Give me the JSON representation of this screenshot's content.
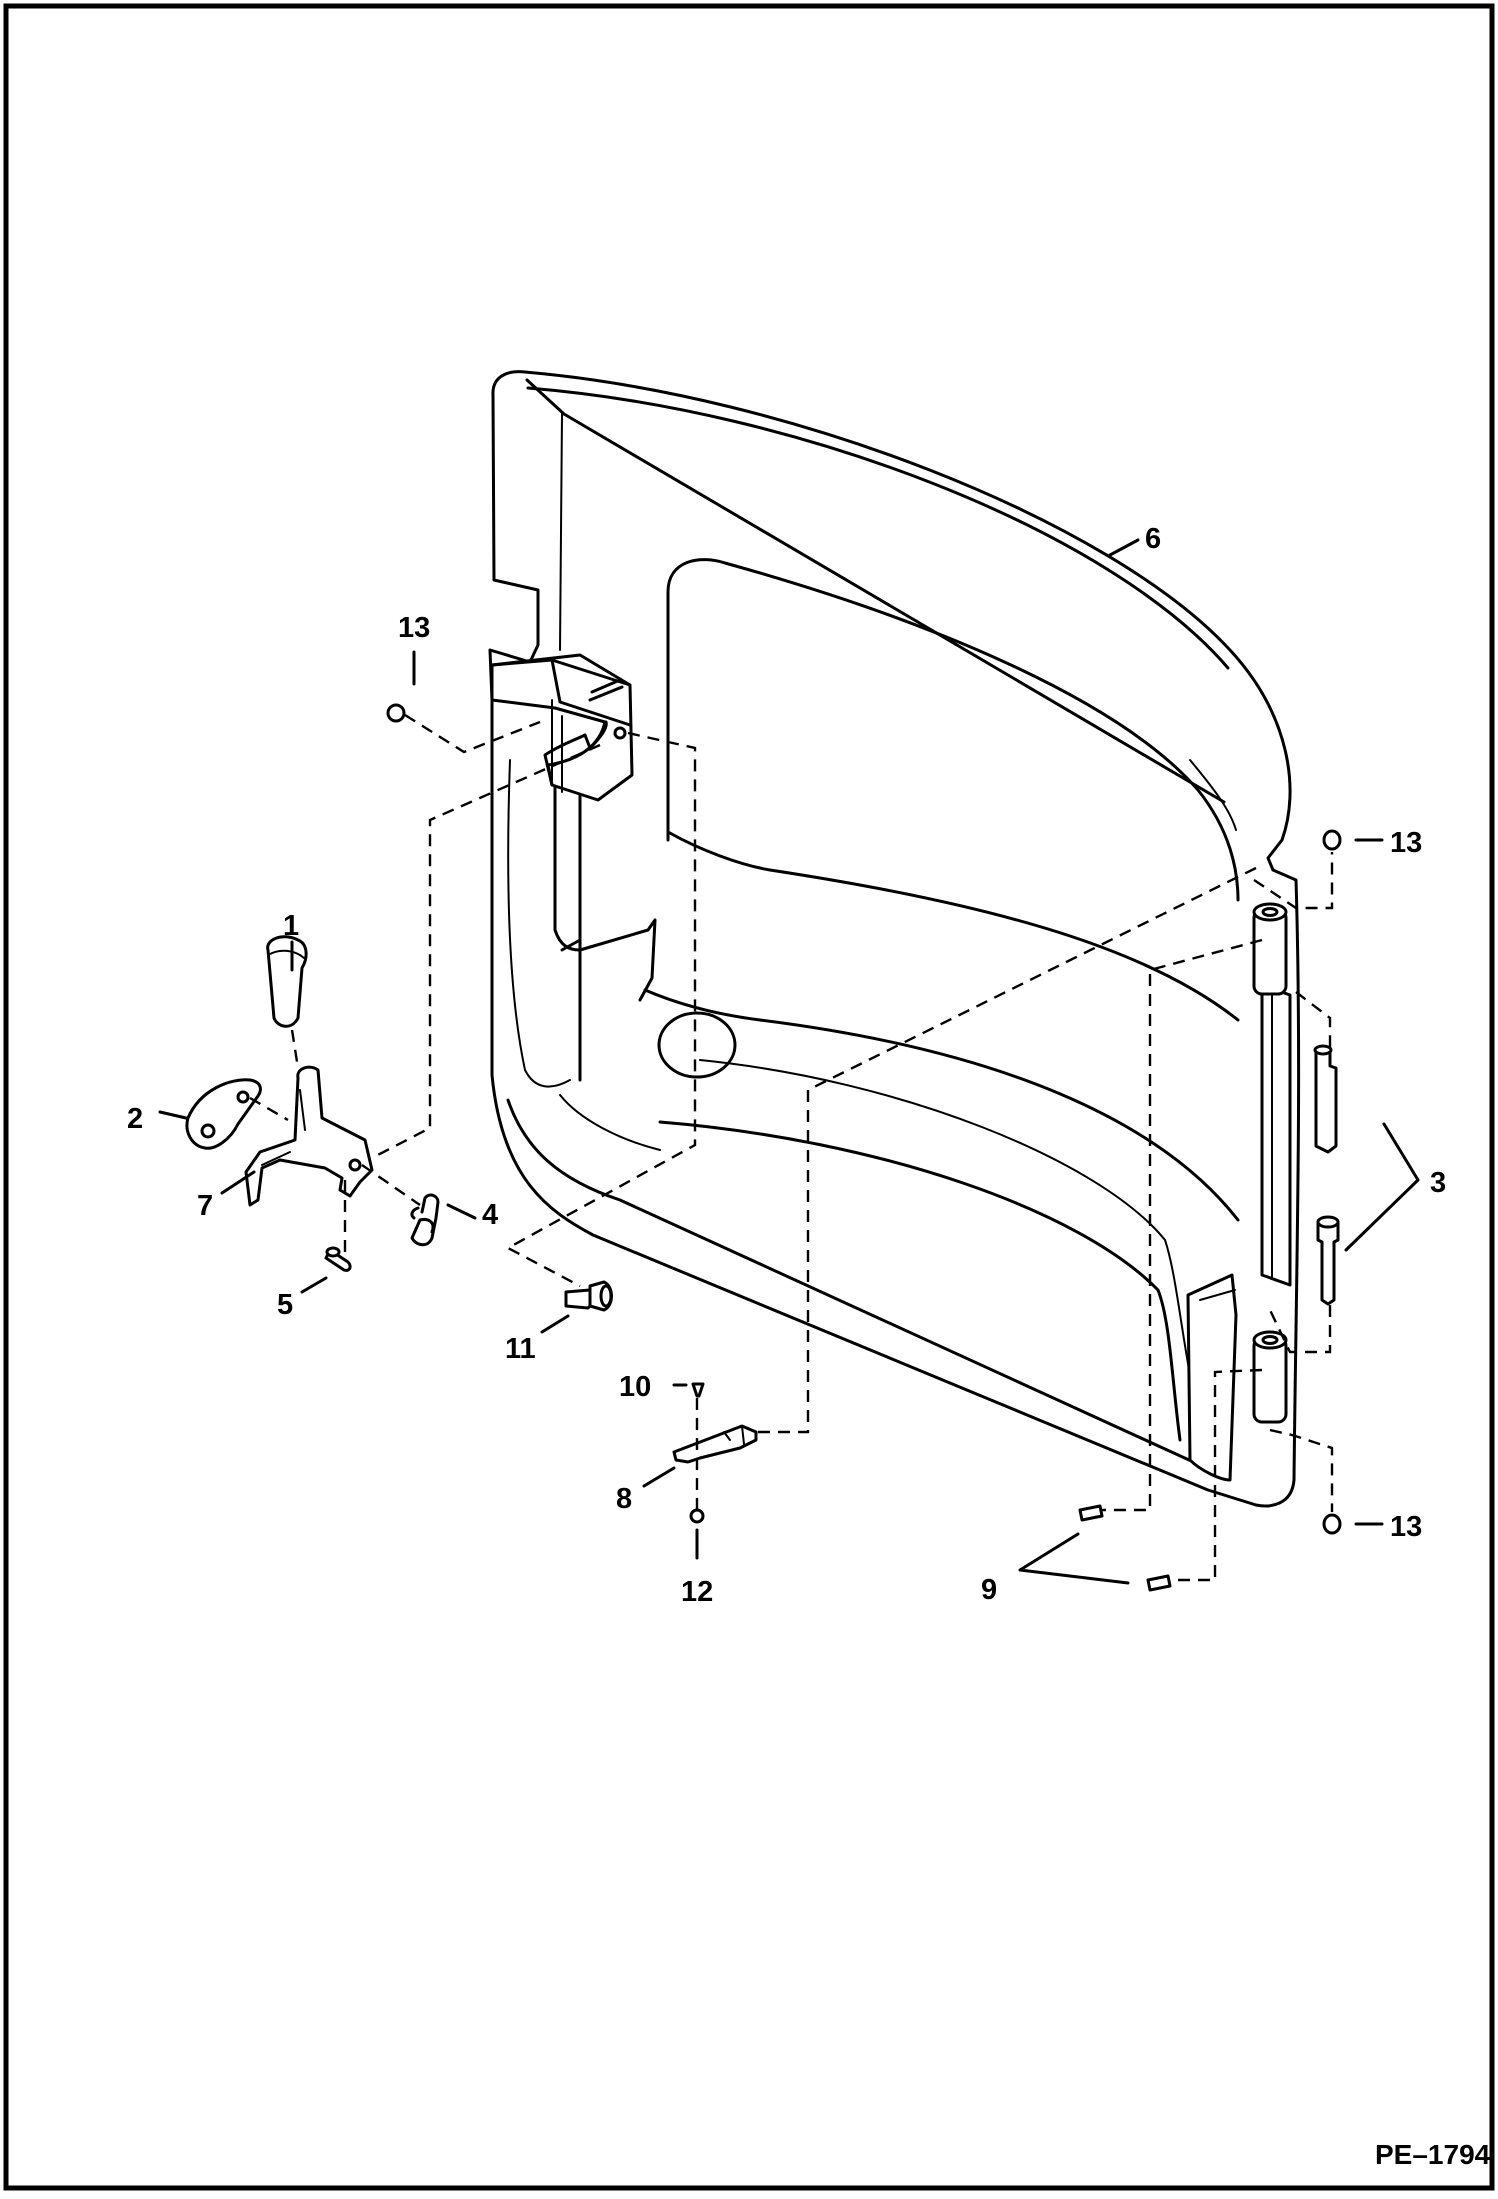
{
  "callouts": {
    "c1": "1",
    "c2": "2",
    "c3": "3",
    "c4": "4",
    "c5": "5",
    "c6": "6",
    "c7": "7",
    "c8": "8",
    "c9": "9",
    "c10": "10",
    "c11": "11",
    "c12": "12",
    "c13a": "13",
    "c13b": "13",
    "c13c": "13"
  },
  "figure_ref": "PE–1794"
}
